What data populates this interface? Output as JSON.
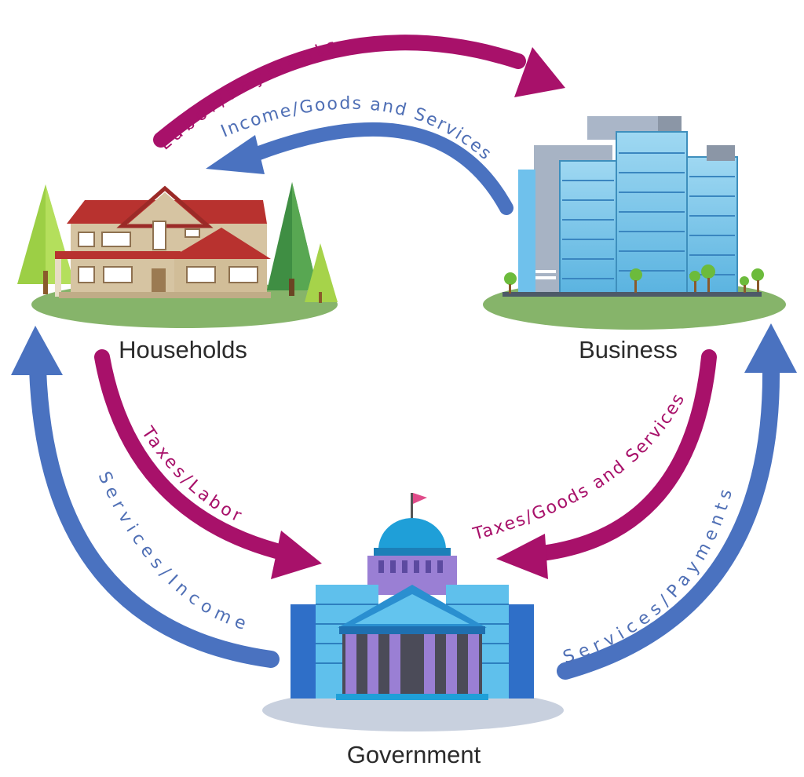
{
  "nodes": {
    "households": {
      "label": "Households"
    },
    "business": {
      "label": "Business"
    },
    "government": {
      "label": "Government"
    }
  },
  "flows": {
    "labor_payments": "Labor/Payments",
    "income_goods": "Income/Goods and Services",
    "taxes_labor": "Taxes/Labor",
    "services_income": "Services/Income",
    "taxes_goods": "Taxes/Goods and Services",
    "services_payments": "Services/Payments"
  },
  "colors": {
    "magenta": "#a8116a",
    "blue": "#4a72c0",
    "magenta_text": "#a8116a",
    "blue_text": "#4f6fb5"
  }
}
